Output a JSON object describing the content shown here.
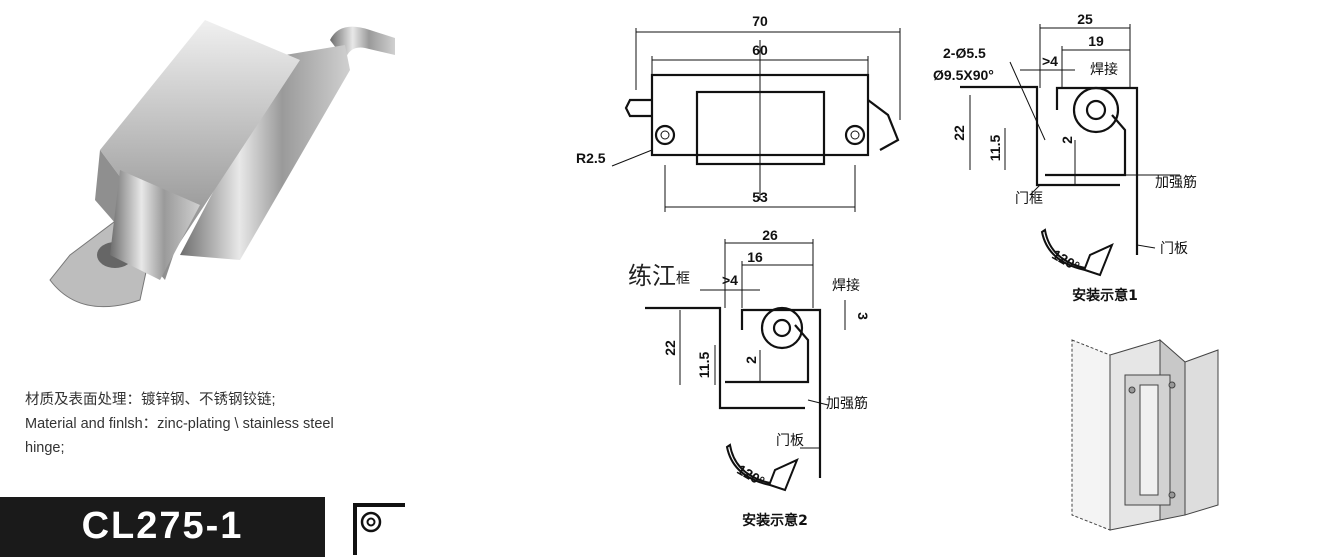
{
  "product": {
    "model": "CL275-1",
    "material_cn": "材质及表面处理：镀锌钢、不锈钢铰链;",
    "material_en_line1": "Material and finlsh：zinc-plating \\ stainless steel",
    "material_en_line2": "hinge;"
  },
  "watermark": "练江",
  "front_view": {
    "dim_overall": "70",
    "dim_leaf": "60",
    "dim_barrel": "53",
    "radius": "R2.5"
  },
  "install_1": {
    "dim_width": "25",
    "dim_inner": "19",
    "dim_gap": ">4",
    "dim_height": "22",
    "dim_half": "11.5",
    "dim_offset": "2",
    "hole_spec_1": "2-Ø5.5",
    "hole_spec_2": "Ø9.5X90°",
    "label_weld": "焊接",
    "label_rib": "加强筋",
    "label_frame": "门框",
    "label_door": "门板",
    "angle": "120°",
    "caption": "安装示意1"
  },
  "install_2": {
    "dim_width": "26",
    "dim_inner": "16",
    "dim_gap": ">4",
    "dim_height": "22",
    "dim_half": "11.5",
    "dim_offset": "2",
    "dim_side": "3",
    "label_weld": "焊接",
    "label_rib": "加强筋",
    "label_frame": "框",
    "label_door": "门板",
    "angle": "120°",
    "caption": "安装示意2"
  }
}
